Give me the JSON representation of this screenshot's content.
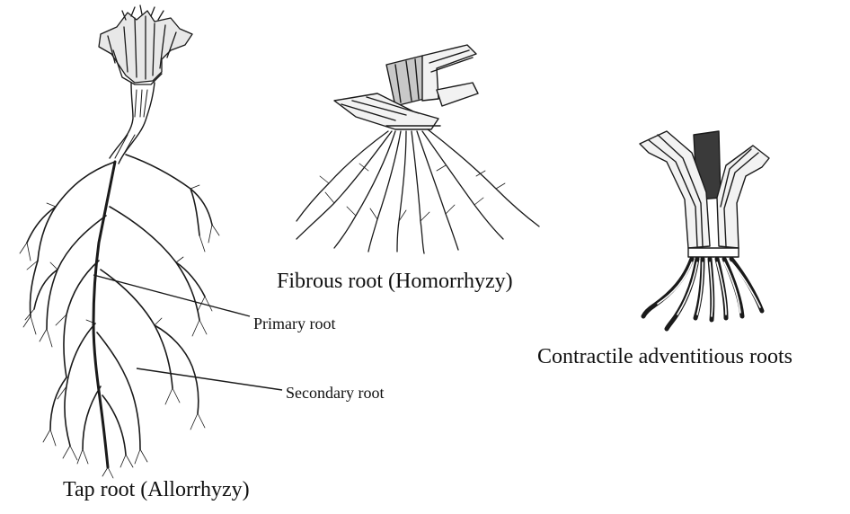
{
  "captions": {
    "tap_root": "Tap root (Allorrhyzy)",
    "fibrous_root": "Fibrous root (Homorrhyzy)",
    "contractile_root": "Contractile adventitious roots"
  },
  "labels": {
    "primary_root": "Primary root",
    "secondary_root": "Secondary root"
  },
  "colors": {
    "ink": "#1a1a1a",
    "background": "#ffffff"
  }
}
